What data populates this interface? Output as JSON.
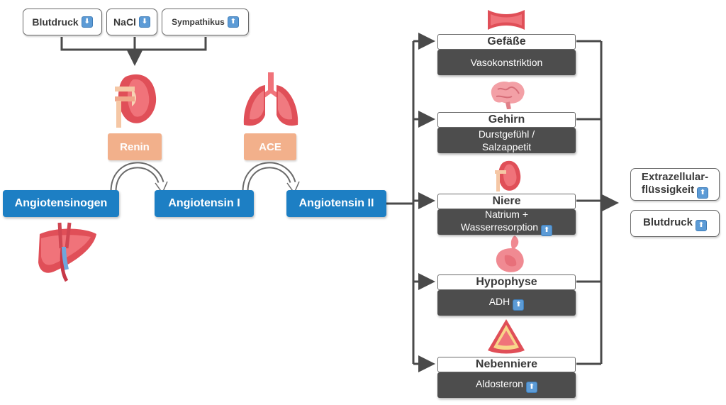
{
  "triggers": [
    {
      "label": "Blutdruck",
      "dir": "down"
    },
    {
      "label": "NaCl",
      "dir": "down"
    },
    {
      "label": "Sympathikus",
      "dir": "up"
    }
  ],
  "enzymes": {
    "renin": "Renin",
    "ace": "ACE"
  },
  "cascade": {
    "angiotensinogen": "Angiotensinogen",
    "angiotensin1": "Angiotensin I",
    "angiotensin2": "Angiotensin II"
  },
  "organs": [
    {
      "name": "Gefäße",
      "effect_lines": [
        "Vasokonstriktion"
      ],
      "arrow": null,
      "icon": "blood-vessel-icon"
    },
    {
      "name": "Gehirn",
      "effect_lines": [
        "Durstgefühl /",
        "Salzappetit"
      ],
      "arrow": null,
      "icon": "brain-icon"
    },
    {
      "name": "Niere",
      "effect_lines": [
        "Natrium +",
        "Wasserresorption"
      ],
      "arrow": "up",
      "icon": "kidney-icon"
    },
    {
      "name": "Hypophyse",
      "effect_lines": [
        "ADH"
      ],
      "arrow": "up",
      "icon": "pituitary-icon"
    },
    {
      "name": "Nebenniere",
      "effect_lines": [
        "Aldosteron"
      ],
      "arrow": "up",
      "icon": "adrenal-icon"
    }
  ],
  "results": [
    {
      "lines": [
        "Extrazellular-",
        "flüssigkeit"
      ],
      "arrow": "up"
    },
    {
      "lines": [
        "Blutdruck"
      ],
      "arrow": "up"
    }
  ],
  "icons": {
    "kidney": "kidney-icon",
    "lungs": "lungs-icon",
    "liver": "liver-icon",
    "arrow_up": "arrow-up-icon",
    "arrow_down": "arrow-down-icon"
  },
  "colors": {
    "angiotensin": "#1d7fc4",
    "enzyme": "#f2b08b",
    "effect_box": "#4d4d4d",
    "arrow_badge": "#5c9bd6",
    "organ_red": "#e2525a"
  }
}
